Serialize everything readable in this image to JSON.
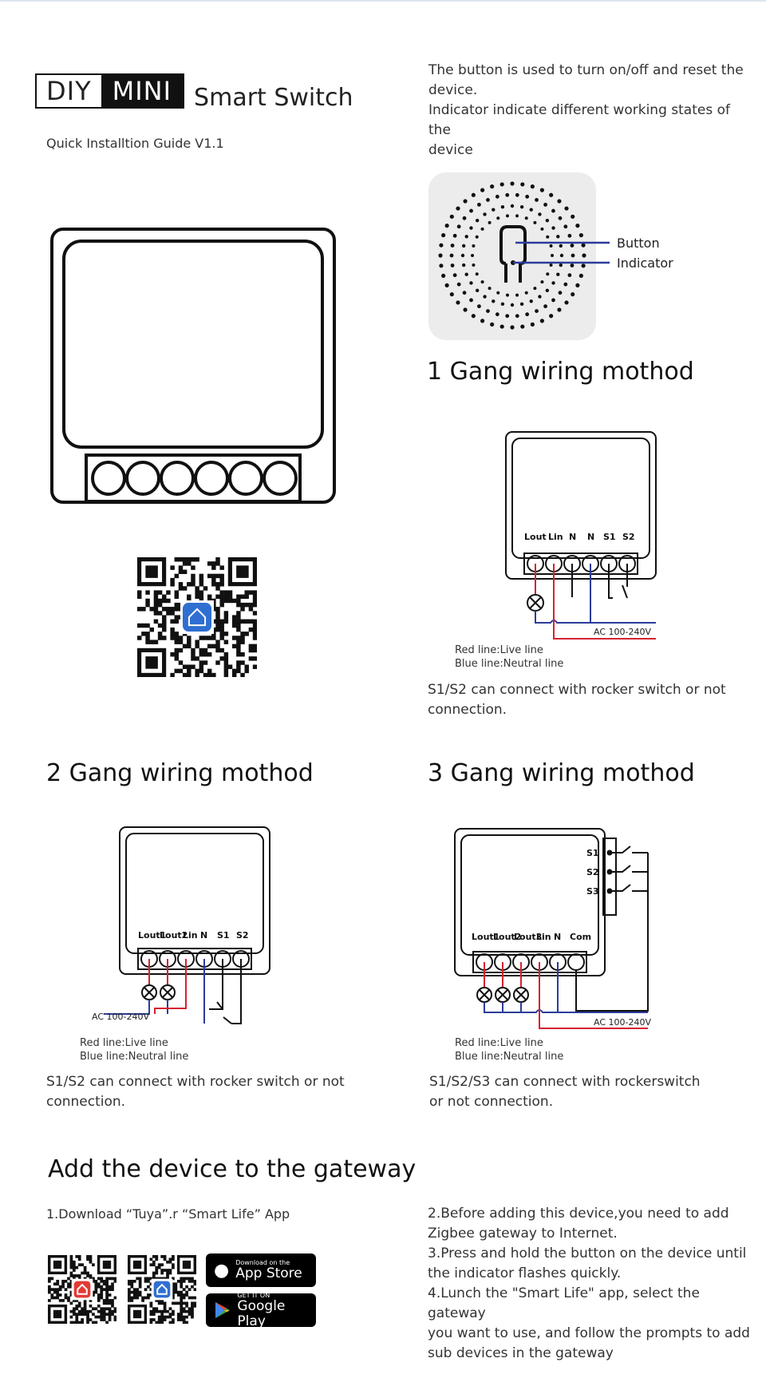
{
  "header": {
    "brand_diy": "DIY",
    "brand_mini": "MINI",
    "brand_rest": "Smart Switch",
    "guide": "Quick Installtion Guide V1.1"
  },
  "intro": {
    "line1": "The button is used to turn on/off and reset the",
    "line2": "device.",
    "line3": "Indicator indicate different working states of the",
    "line4": "device"
  },
  "device_labels": {
    "button": "Button",
    "indicator": "Indicator"
  },
  "gang1": {
    "title": "1 Gang wiring mothod",
    "terminals": [
      "Lout",
      "Lin",
      "N",
      "N",
      "S1",
      "S2"
    ],
    "ac": "AC 100-240V",
    "legend_red": "Red line:Live line",
    "legend_blue": "Blue line:Neutral line",
    "note1": "S1/S2 can connect with rocker switch or not",
    "note2": "connection."
  },
  "gang2": {
    "title": "2 Gang wiring mothod",
    "terminals": [
      "Lout1",
      "Lout2",
      "Lin",
      "N",
      "S1",
      "S2"
    ],
    "ac": "AC 100-240V",
    "legend_red": "Red line:Live line",
    "legend_blue": "Blue line:Neutral line",
    "note1": "S1/S2 can connect with rocker switch or not",
    "note2": "connection."
  },
  "gang3": {
    "title": "3 Gang wiring mothod",
    "terminals": [
      "Lout1",
      "Lout2",
      "Lout3",
      "Lin",
      "N",
      "Com"
    ],
    "side_terminals": [
      "S1",
      "S2",
      "S3"
    ],
    "ac": "AC 100-240V",
    "legend_red": "Red line:Live line",
    "legend_blue": "Blue line:Neutral line",
    "note1": "S1/S2/S3 can connect with rockerswitch",
    "note2": "or not connection."
  },
  "gateway": {
    "title": "Add the device to the gateway",
    "step1": "1.Download “Tuya”.r “Smart Life” App",
    "step2a": "2.Before adding this device,you need to add",
    "step2b": "Zigbee gateway to Internet.",
    "step3a": "3.Press and hold the button on the device until",
    "step3b": "the indicator flashes quickly.",
    "step4a": "4.Lunch the \"Smart Life\" app, select the gateway",
    "step4b": "you want to use, and follow the prompts to add",
    "step4c": "sub devices in the gateway",
    "appstore_small": "Download on the",
    "appstore_big": "App Store",
    "googleplay_small": "GET IT ON",
    "googleplay_big": "Google Play"
  },
  "colors": {
    "live": "#d6222f",
    "neutral": "#2b3c9b",
    "ink": "#111111"
  }
}
